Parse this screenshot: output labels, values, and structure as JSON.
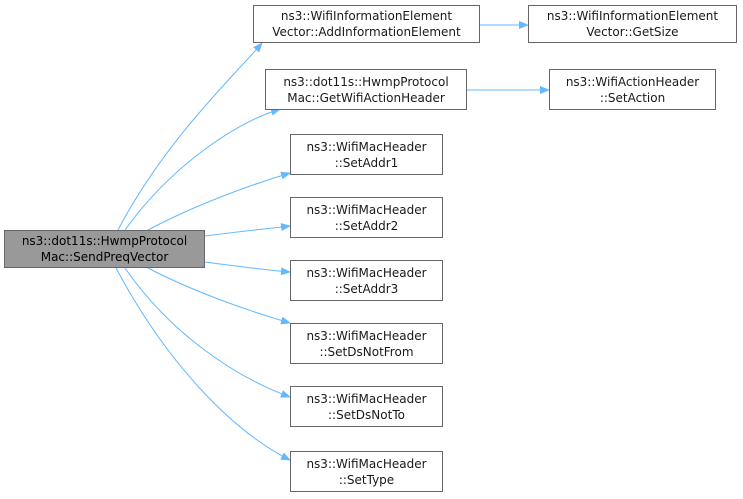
{
  "graph": {
    "edge_color": "#63b8ff",
    "node_border_color": "#666666",
    "root_fill_color": "#999999",
    "nodes": [
      {
        "id": "root",
        "line1": "ns3::dot11s::HwmpProtocol",
        "line2": "Mac::SendPreqVector"
      },
      {
        "id": "add-information-element",
        "line1": "ns3::WifiInformationElement",
        "line2": "Vector::AddInformationElement"
      },
      {
        "id": "get-size",
        "line1": "ns3::WifiInformationElement",
        "line2": "Vector::GetSize"
      },
      {
        "id": "get-wifi-action-header",
        "line1": "ns3::dot11s::HwmpProtocol",
        "line2": "Mac::GetWifiActionHeader"
      },
      {
        "id": "set-action",
        "line1": "ns3::WifiActionHeader",
        "line2": "::SetAction"
      },
      {
        "id": "set-addr1",
        "line1": "ns3::WifiMacHeader",
        "line2": "::SetAddr1"
      },
      {
        "id": "set-addr2",
        "line1": "ns3::WifiMacHeader",
        "line2": "::SetAddr2"
      },
      {
        "id": "set-addr3",
        "line1": "ns3::WifiMacHeader",
        "line2": "::SetAddr3"
      },
      {
        "id": "set-ds-not-from",
        "line1": "ns3::WifiMacHeader",
        "line2": "::SetDsNotFrom"
      },
      {
        "id": "set-ds-not-to",
        "line1": "ns3::WifiMacHeader",
        "line2": "::SetDsNotTo"
      },
      {
        "id": "set-type",
        "line1": "ns3::WifiMacHeader",
        "line2": "::SetType"
      }
    ]
  }
}
